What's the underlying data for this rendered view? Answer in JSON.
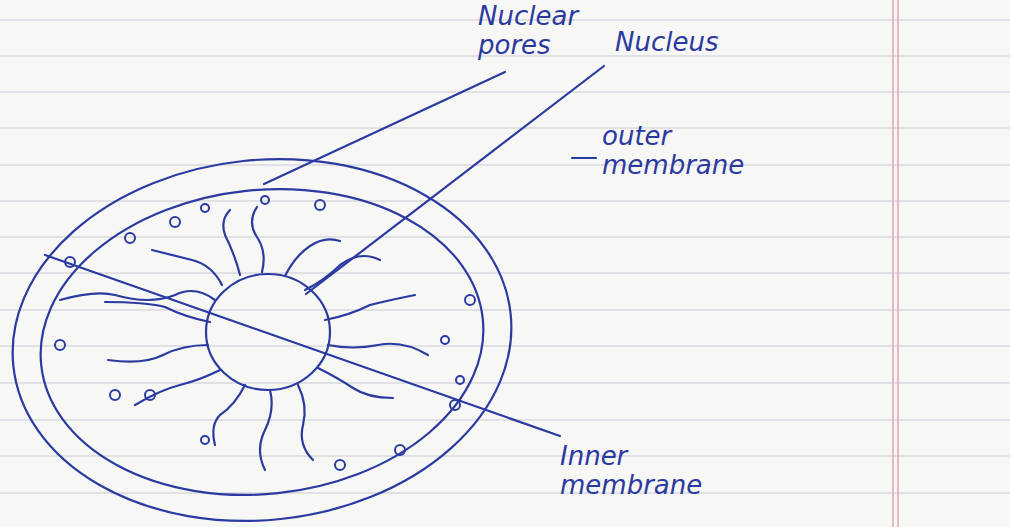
{
  "diagram": {
    "labels": [
      "Nuclear pores",
      "Nucleus",
      "outer membrane",
      "Inner membrane"
    ]
  }
}
